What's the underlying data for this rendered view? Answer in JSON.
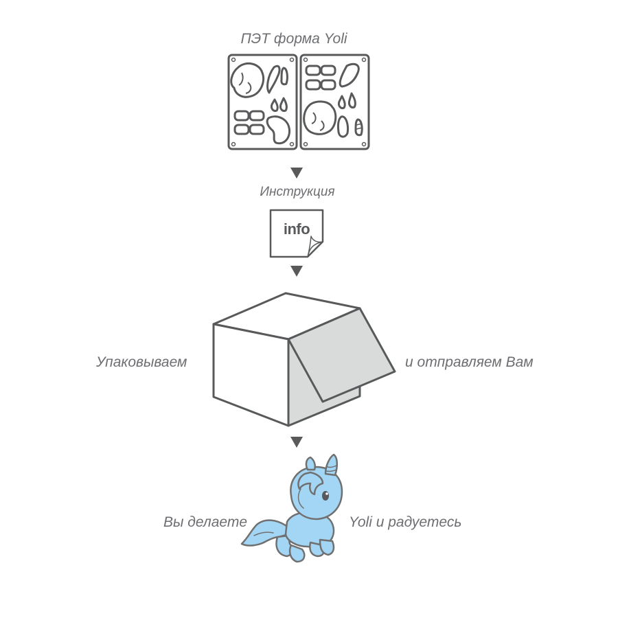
{
  "labels": {
    "pet_form": "ПЭТ форма Yoli",
    "instruction": "Инструкция",
    "info_sheet": "info",
    "pack": "Упаковываем",
    "send": "и отправляем Вам",
    "you_make": "Вы делаете",
    "enjoy": "Yoli и радуетесь"
  },
  "colors": {
    "outline": "#58595b",
    "box_fill": "#ffffff",
    "lid_fill": "#d9dbda",
    "inner_shadow": "#58595b",
    "unicorn_fill": "#a3d6f5",
    "unicorn_outline": "#707070",
    "text": "#6d6e71"
  }
}
